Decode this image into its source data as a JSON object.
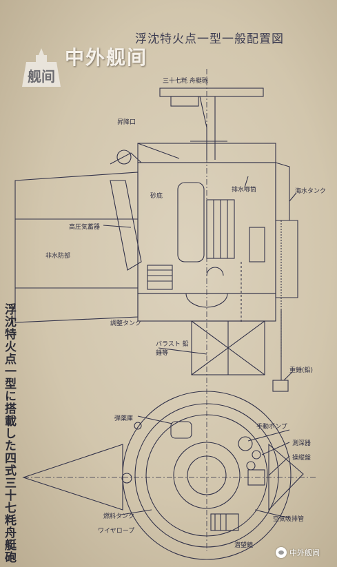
{
  "logo": {
    "badge_text": "舰间",
    "brand_text": "中外舰间"
  },
  "title": "浮沈特火点一型一般配置図",
  "caption": "浮沈特火点一型に搭載した四式三十七粍舟艇砲",
  "labels": {
    "gun": "三十七粍 舟艇砲",
    "hatch": "昇降口",
    "sand": "砂底",
    "pump": "排水喞筒",
    "water_tank": "海水タンク",
    "high_pressure": "高圧気蓄器",
    "hull": "非水防部",
    "trim_tank": "調整タンク",
    "ballast": "バラスト 鉛錘等",
    "anchor": "重錘(鉛)",
    "magazine": "弾薬庫",
    "hand_pump": "手動ポンプ",
    "gauge": "測深器",
    "control": "操縦盤",
    "tank2": "燃料タンク",
    "vent": "空気吸排管",
    "cable": "ワイヤロープ",
    "periscope": "潜望鏡"
  },
  "watermark": {
    "text": "中外舰间"
  }
}
